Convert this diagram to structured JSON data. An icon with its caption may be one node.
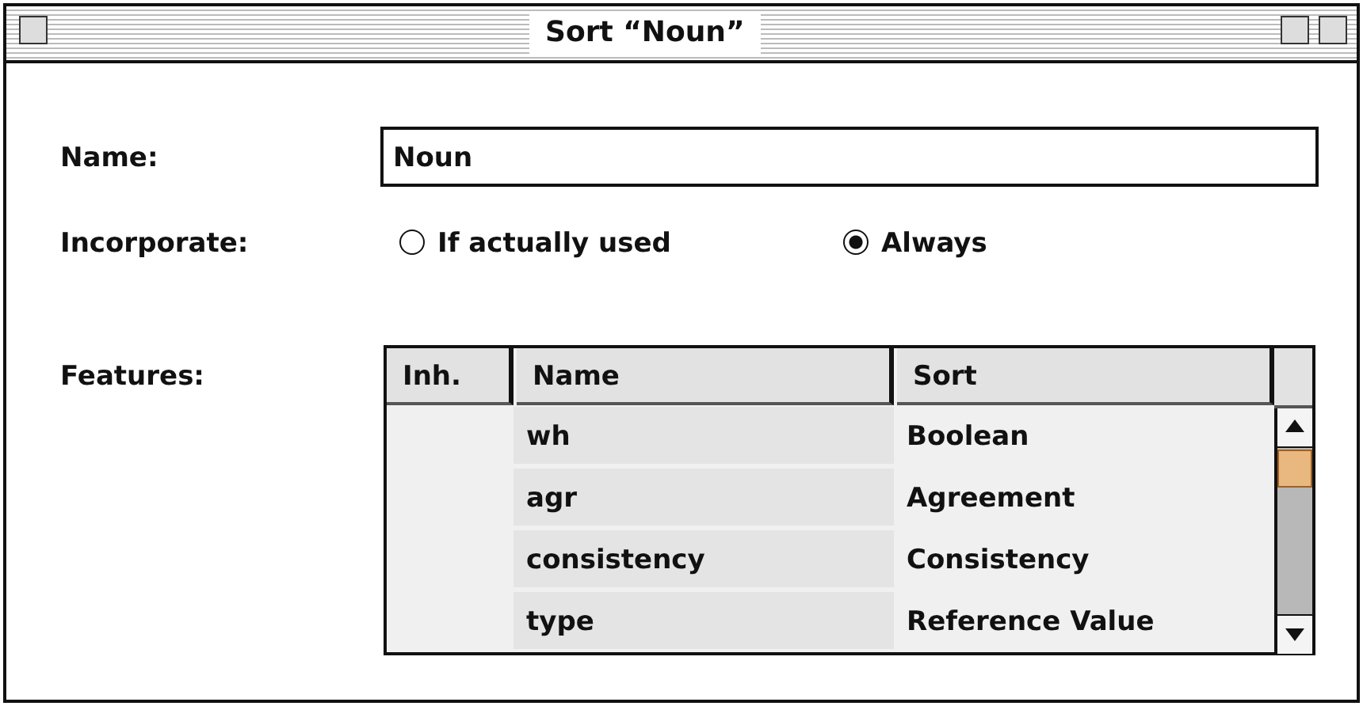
{
  "diagram": {
    "title": "Sort “Noun”",
    "labels": [
      "Name:",
      "Noun",
      "Incorporate:",
      "If actually used",
      "Always",
      "Features:",
      "Inh.",
      "Name",
      "Sort",
      "wh",
      "Boolean",
      "agr",
      "Agreement",
      "consistency",
      "Consistency",
      "type",
      "Reference Value"
    ]
  }
}
